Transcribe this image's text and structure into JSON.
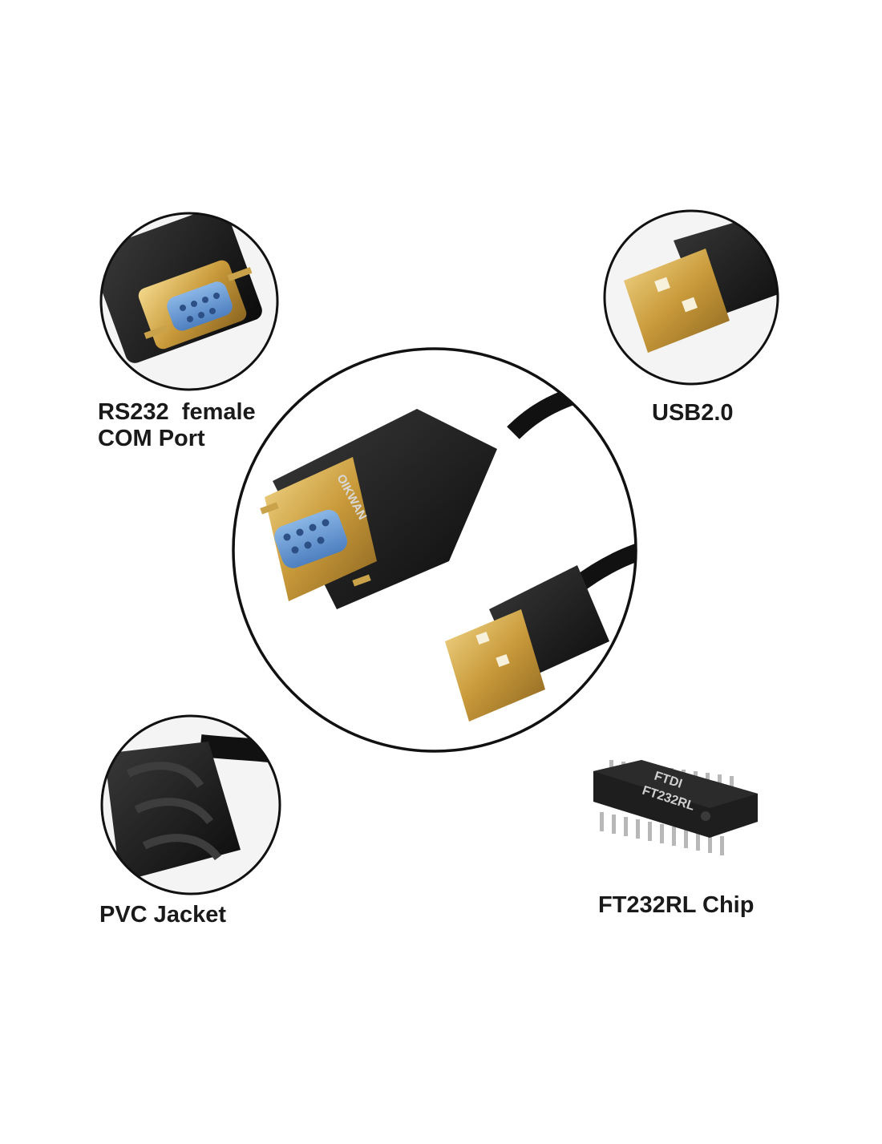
{
  "labels": {
    "rs232_line1": "RS232  female",
    "rs232_line2": "COM Port",
    "usb": "USB2.0",
    "pvc": "PVC Jacket",
    "chip": "FT232RL Chip"
  },
  "brand": "OIKWAN",
  "chip_marking": {
    "logo": "FTDI",
    "model": "FT232RL"
  },
  "colors": {
    "gold": "#d9b25a",
    "connector_black": "#141414",
    "db9_blue": "#6e9fd6",
    "outline": "#111111"
  },
  "icons": [
    "db9-connector-icon",
    "usb-a-plug-icon",
    "pvc-strain-relief-icon",
    "ic-chip-icon"
  ]
}
